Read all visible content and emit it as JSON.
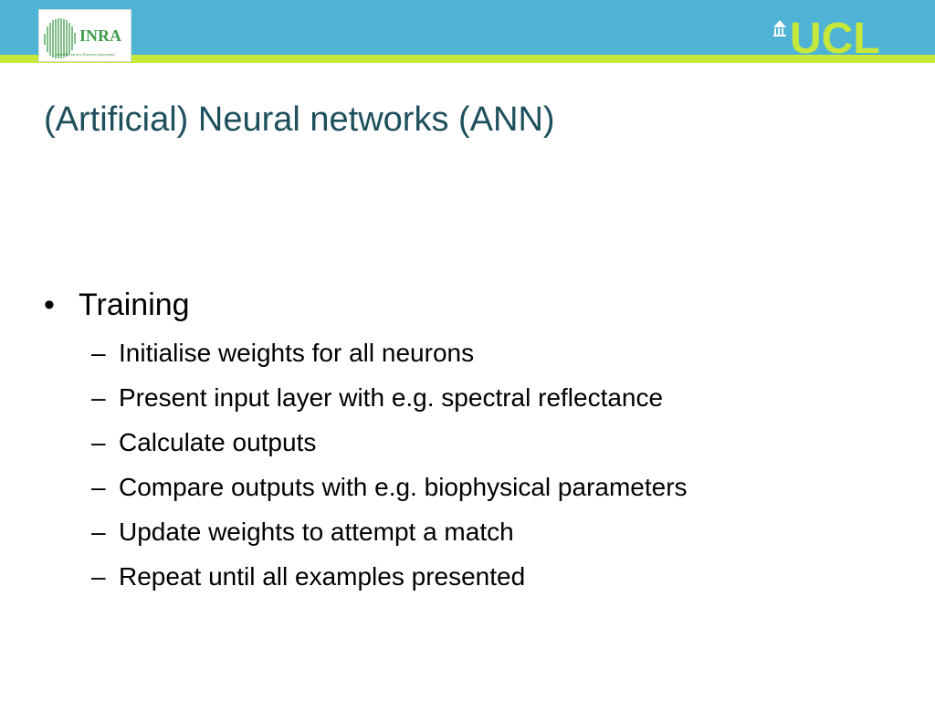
{
  "header": {
    "left_logo": {
      "icon": "inra-logo",
      "wordmark": "INRA",
      "tagline": "Institut National de la Recherche Agronomique"
    },
    "right_logo": {
      "icon": "ucl-logo",
      "wordmark": "UCL"
    },
    "colors": {
      "band": "#4fb3d6",
      "stripe": "#c6e83a",
      "inra_green": "#3e9b4a",
      "ucl_green": "#c6e83a"
    }
  },
  "slide": {
    "title": "(Artificial) Neural networks (ANN)",
    "bullet_marker": "•",
    "sub_marker": "–",
    "bullets": [
      {
        "text": "Training",
        "items": [
          "Initialise weights for all neurons",
          "Present input layer with e.g. spectral reflectance",
          "Calculate outputs",
          "Compare outputs with e.g. biophysical parameters",
          "Update weights to attempt a match",
          "Repeat until all examples presented"
        ]
      }
    ]
  }
}
